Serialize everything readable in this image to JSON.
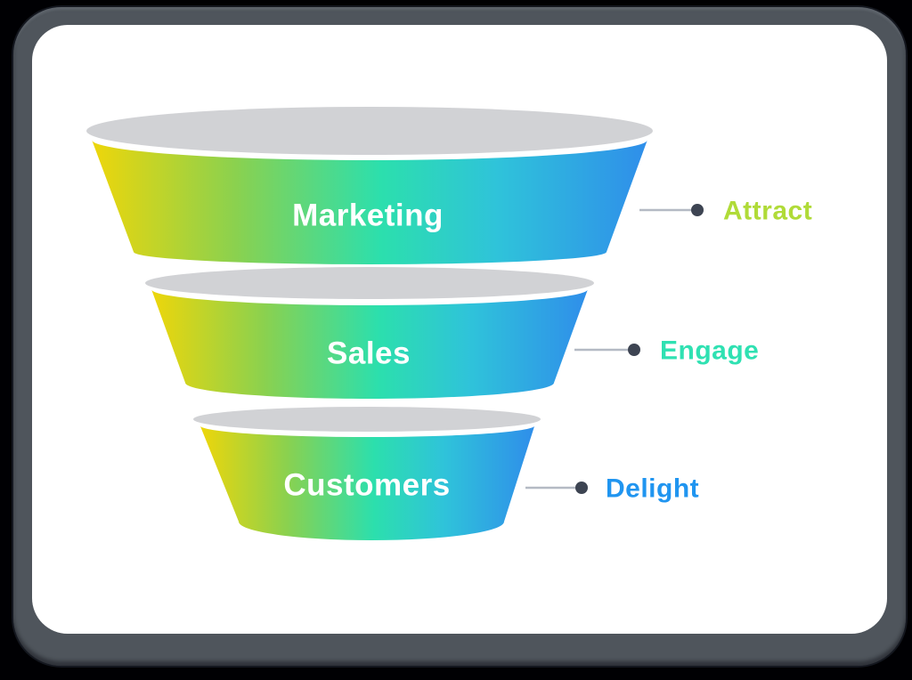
{
  "page": {
    "background": "#000003"
  },
  "card": {
    "background": "#ffffff",
    "frame_color": "#4f555c"
  },
  "funnel": {
    "stages": [
      {
        "label": "Marketing",
        "annotation": "Attract",
        "annotation_color": "#b0db38"
      },
      {
        "label": "Sales",
        "annotation": "Engage",
        "annotation_color": "#2fe1b2"
      },
      {
        "label": "Customers",
        "annotation": "Delight",
        "annotation_color": "#2095f0"
      }
    ],
    "label_color": "#ffffff",
    "top_ellipse_color": "#d1d2d5",
    "gradient_stops": [
      "#eed60a",
      "#8ad14f",
      "#2cdfad",
      "#2fc3da",
      "#2f8eea"
    ],
    "connector": {
      "line_color": "#b4bac4",
      "dot_color": "#3d4452"
    }
  },
  "chart_data": {
    "type": "funnel",
    "title": "",
    "categories": [
      "Marketing",
      "Sales",
      "Customers"
    ],
    "annotations": [
      "Attract",
      "Engage",
      "Delight"
    ],
    "relative_widths": [
      1.0,
      0.79,
      0.61
    ],
    "legend_position": "right",
    "notes": "Three-tier 3D funnel; each tier filled with a yellow-green-teal-blue gradient, gray elliptical opening on top, connector line with dot pointing to colored annotation on the right."
  }
}
